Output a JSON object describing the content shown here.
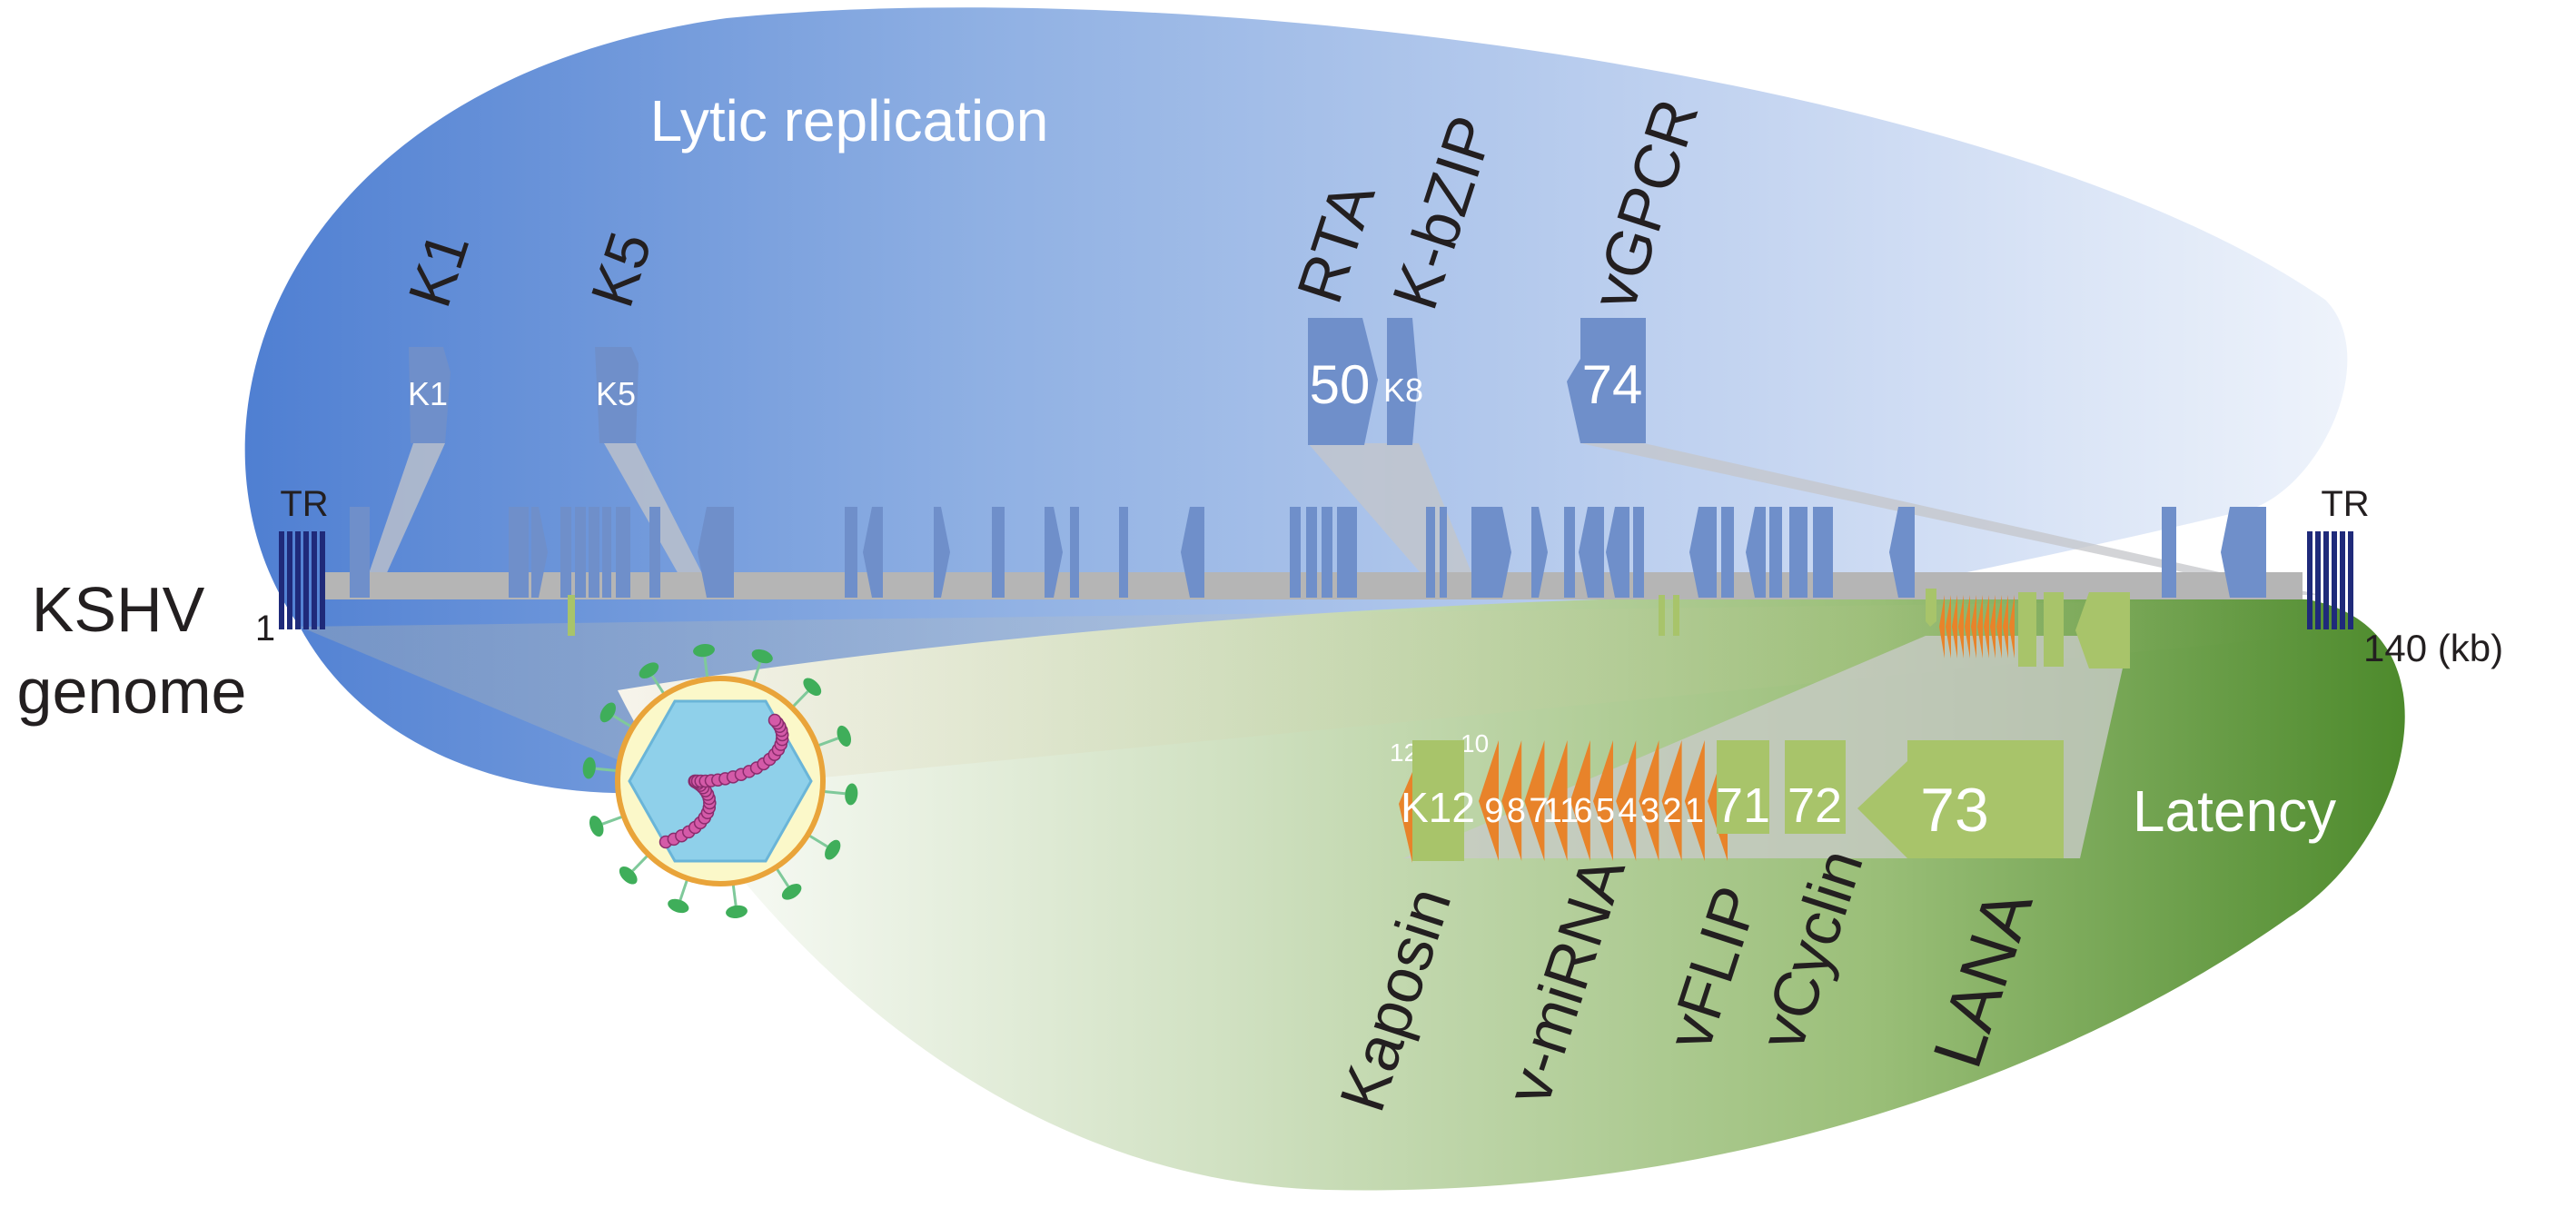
{
  "genome": {
    "title_line1": "KSHV",
    "title_line2": "genome",
    "start_label": "1",
    "end_label": "140 (kb)",
    "tr_left": "TR",
    "tr_right": "TR"
  },
  "lytic": {
    "title": "Lytic replication",
    "genes": [
      {
        "name": "K1",
        "box": "K1"
      },
      {
        "name": "K5",
        "box": "K5"
      },
      {
        "name": "RTA",
        "box": "50"
      },
      {
        "name": "K-bZIP",
        "box": "K8"
      },
      {
        "name": "vGPCR",
        "box": "74"
      }
    ]
  },
  "latency": {
    "title": "Latency",
    "superscripts": [
      "12",
      "10"
    ],
    "kaposin_box": "K12",
    "mirna_numbers": [
      "9",
      "8",
      "7",
      "11",
      "6",
      "5",
      "4",
      "3",
      "2",
      "1"
    ],
    "orf_boxes": [
      "71",
      "72",
      "73"
    ],
    "gene_names": [
      "Kaposin",
      "v-miRNA",
      "vFLIP",
      "vCyclin",
      "LANA"
    ]
  },
  "colors": {
    "lytic_blue": "#5b84cc",
    "gene_blue": "#6f8fca",
    "latency_green": "#5a8f36",
    "gene_green": "#a8c46a",
    "mirna_orange": "#e8832a",
    "tr_navy": "#1f2a7a",
    "backbone_gray": "#b5b5b5"
  },
  "icons": [
    "virion-icon"
  ]
}
